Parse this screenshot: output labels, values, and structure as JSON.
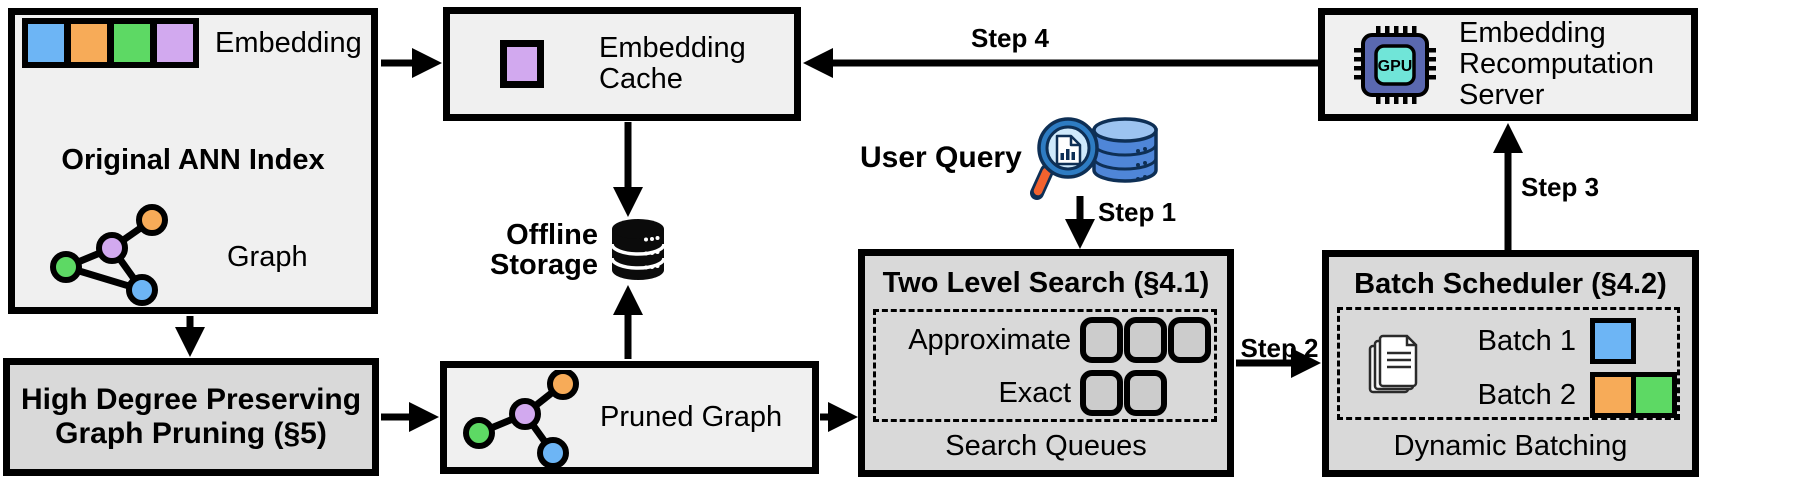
{
  "colors": {
    "blue": "#6db5f5",
    "orange": "#f7ab58",
    "green": "#5dd964",
    "purple": "#d2a9ef",
    "box_light": "#f0f0f0",
    "box_dark": "#d9d9d9",
    "slot_gray": "#cccccc",
    "chip_body": "#5a68b0",
    "chip_screen": "#70e5d8",
    "db_blue": "#4f86d8",
    "db_blue_light": "#9cc3f0",
    "magnifier_blue": "#2e7cc3",
    "lens_blue": "#cfe9fb",
    "handle_orange": "#f2622e",
    "outline_navy": "#0e2f55"
  },
  "ann_index": {
    "title": "Original ANN Index",
    "embedding_label": "Embedding",
    "graph_label": "Graph"
  },
  "graph_pruning": {
    "title": "High Degree Preserving\nGraph Pruning (§5)"
  },
  "embedding_cache": {
    "title": "Embedding\nCache"
  },
  "offline_storage": {
    "title": "Offline\nStorage"
  },
  "pruned_graph": {
    "title": "Pruned Graph"
  },
  "user_query": {
    "label": "User Query"
  },
  "steps": {
    "step1": "Step 1",
    "step2": "Step 2",
    "step3": "Step 3",
    "step4": "Step 4"
  },
  "two_level_search": {
    "title": "Two Level Search (§4.1)",
    "rows": [
      {
        "label": "Approximate",
        "slots": 3
      },
      {
        "label": "Exact",
        "slots": 2
      }
    ],
    "caption": "Search Queues"
  },
  "batch_scheduler": {
    "title": "Batch Scheduler (§4.2)",
    "batches": [
      {
        "label": "Batch 1",
        "colors": [
          "#6db5f5"
        ]
      },
      {
        "label": "Batch 2",
        "colors": [
          "#f7ab58",
          "#5dd964"
        ]
      }
    ],
    "caption": "Dynamic Batching"
  },
  "recomputation_server": {
    "title": "Embedding\nRecomputation\nServer",
    "gpu_label": "GPU"
  }
}
